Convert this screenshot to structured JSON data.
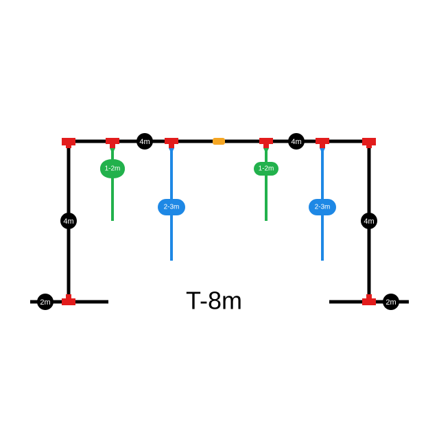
{
  "title": "T-8m",
  "colors": {
    "pipe": "#000000",
    "connector": "#e21c1c",
    "coupler": "#f5a623",
    "drop_short": "#22b14c",
    "drop_long": "#1e88e5",
    "label_text": "#ffffff"
  },
  "labels": {
    "top_left_span": "4m",
    "top_right_span": "4m",
    "left_leg": "4m",
    "right_leg": "4m",
    "left_base": "2m",
    "right_base": "2m",
    "drop_short_1": "1-2m",
    "drop_long_1": "2-3m",
    "drop_short_2": "1-2m",
    "drop_long_2": "2-3m"
  }
}
